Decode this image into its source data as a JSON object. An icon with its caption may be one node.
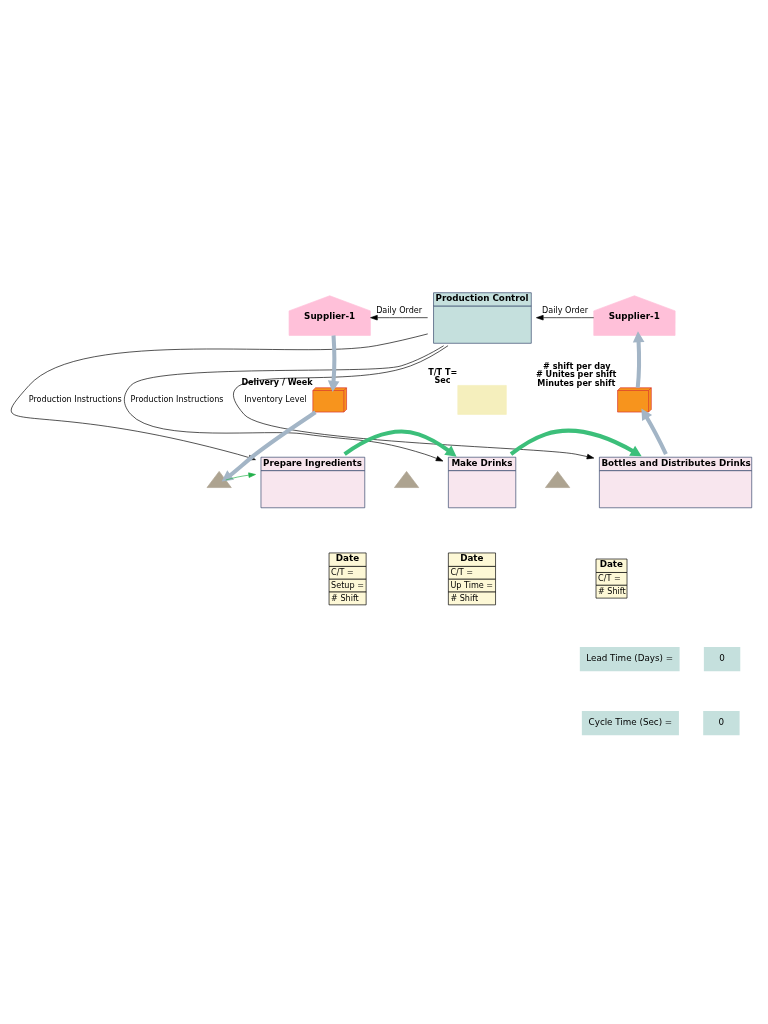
{
  "diagram": {
    "nodes": [
      {
        "text": [
          "Production Control"
        ]
      },
      {
        "text": [
          "Supplier-1"
        ]
      },
      {
        "text": [
          "Supplier-1"
        ]
      },
      {
        "text": [],
        "shape": "box",
        "beside": [
          "T/T T=",
          "Sec"
        ]
      },
      {
        "text": [],
        "shape": "truck",
        "beside": [
          "Delivery / Week"
        ]
      },
      {
        "text": [],
        "shape": "truck",
        "beside": [
          "# shift per day",
          "# Unites per shift",
          "Minutes per shift"
        ]
      },
      {
        "text": [],
        "shape": "triangle"
      },
      {
        "text": [
          "Prepare Ingredients"
        ]
      },
      {
        "text": [],
        "shape": "triangle"
      },
      {
        "text": [
          "Make Drinks"
        ]
      },
      {
        "text": [],
        "shape": "triangle"
      },
      {
        "text": [
          "Bottles and Distributes Drinks"
        ]
      },
      {
        "text": [
          "Date",
          "C/T =",
          "Setup =",
          "# Shift"
        ]
      },
      {
        "text": [
          "Date",
          "C/T =",
          "Up Time =",
          "# Shift"
        ]
      },
      {
        "text": [
          "Date",
          "C/T =",
          "# Shift"
        ]
      }
    ],
    "edges": [
      {
        "from": 0,
        "to": 1,
        "arrow": "to",
        "label": "Daily Order"
      },
      {
        "from": 2,
        "to": 0,
        "arrow": "to",
        "label": "Daily Order"
      },
      {
        "from": 0,
        "to": 7,
        "arrow": "to",
        "label": "Production Instructions"
      },
      {
        "from": 0,
        "to": 9,
        "arrow": "to",
        "label": "Production Instructions"
      },
      {
        "from": 0,
        "to": 11,
        "arrow": "to",
        "label": "Inventory Level"
      },
      {
        "from": 1,
        "to": 4,
        "arrow": "to",
        "style": "thick",
        "color": "#a3b5c6"
      },
      {
        "from": 4,
        "to": 6,
        "arrow": "to",
        "style": "thick",
        "color": "#a3b5c6"
      },
      {
        "from": 6,
        "to": 7,
        "arrow": "to",
        "color": "#22b04b"
      },
      {
        "from": 7,
        "to": 9,
        "arrow": "to",
        "style": "thick",
        "color": "#3cbf7a"
      },
      {
        "from": 9,
        "to": 11,
        "arrow": "to",
        "style": "thick",
        "color": "#3cbf7a"
      },
      {
        "from": 11,
        "to": 5,
        "arrow": "to",
        "style": "thick",
        "color": "#a3b5c6"
      },
      {
        "from": 5,
        "to": 2,
        "arrow": "to",
        "style": "thick",
        "color": "#a3b5c6"
      }
    ],
    "labels": [
      "Lead Time (Days) =",
      "0",
      "Cycle Time (Sec) =",
      "0"
    ]
  }
}
